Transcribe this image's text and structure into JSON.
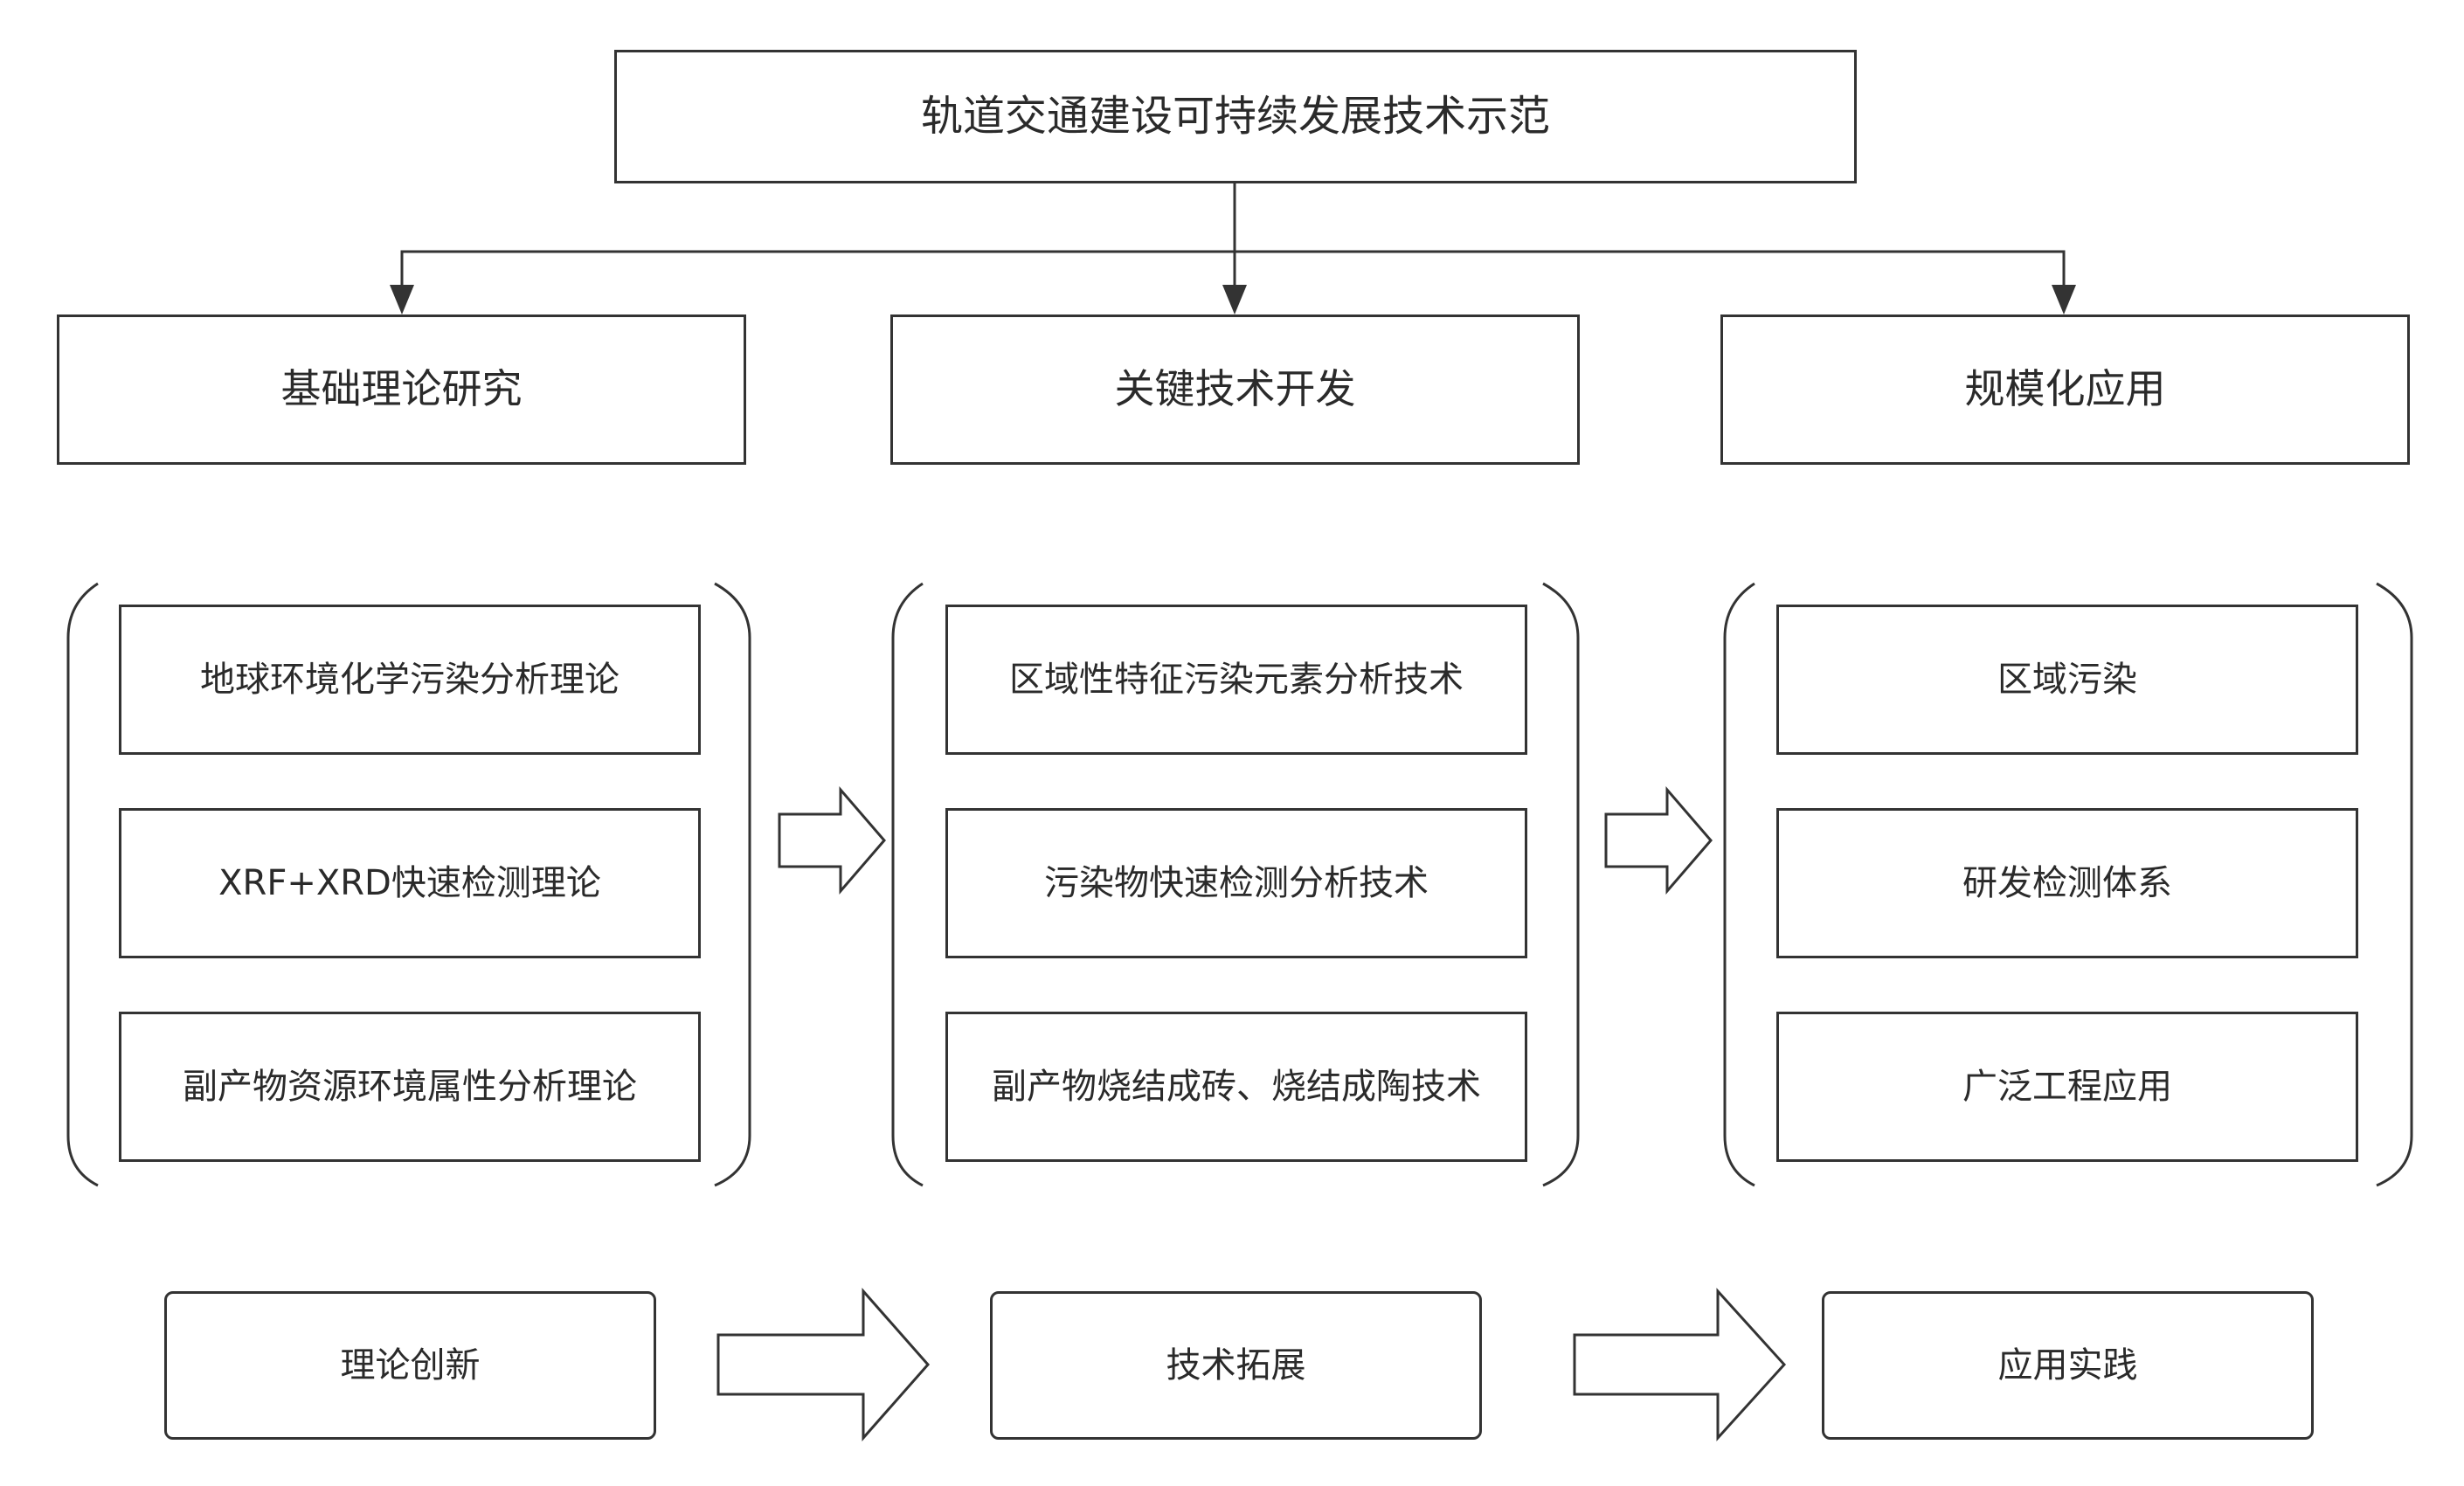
{
  "diagram": {
    "title": "轨道交通建设可持续发展技术示范",
    "columns": [
      {
        "heading": "基础理论研究",
        "items": [
          "地球环境化学污染分析理论",
          "XRF+XRD快速检测理论",
          "副产物资源环境属性分析理论"
        ],
        "summary": "理论创新"
      },
      {
        "heading": "关键技术开发",
        "items": [
          "区域性特征污染元素分析技术",
          "污染物快速检测分析技术",
          "副产物烧结成砖、烧结成陶技术"
        ],
        "summary": "技术拓展"
      },
      {
        "heading": "规模化应用",
        "items": [
          "区域污染",
          "研发检测体系",
          "广泛工程应用"
        ],
        "summary": "应用实践"
      }
    ]
  }
}
